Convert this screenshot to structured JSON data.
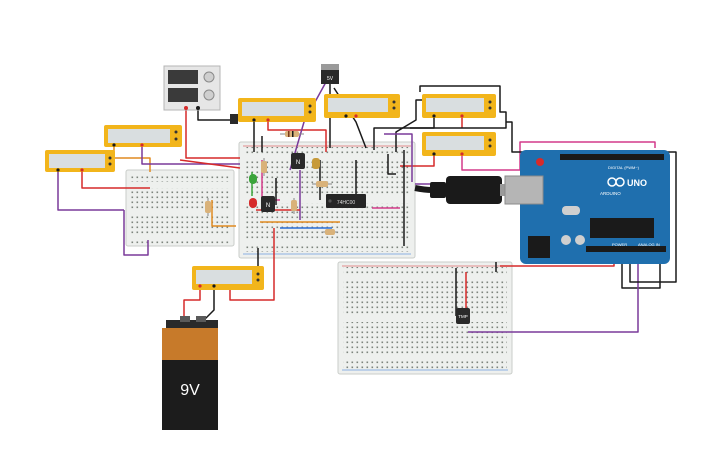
{
  "colors": {
    "breadboard": "#eef0ee",
    "breadboard_edge": "#c9cdc9",
    "multimeter_body": "#f2b51b",
    "multimeter_screen": "#d9dee0",
    "arduino_board": "#1f6fae",
    "battery_top": "#c77a2a",
    "battery_bottom": "#1c1c1c",
    "wire_red": "#d62a2a",
    "wire_black": "#1a1a1a",
    "wire_purple": "#7a3a9a",
    "wire_orange": "#e08a20",
    "wire_green": "#3aa43a",
    "wire_blue": "#2a6fd6",
    "wire_pink": "#d43a8a"
  },
  "components": {
    "battery": {
      "label": "9V"
    },
    "regulator": {
      "label": "5V"
    },
    "ic": {
      "label": "74HC00"
    },
    "transistor_a": {
      "label": "N"
    },
    "transistor_b": {
      "label": "N"
    },
    "sensor": {
      "label": "TMP"
    },
    "arduino": {
      "brand": "UNO",
      "sub": "ARDUINO",
      "digital": "DIGITAL (PWM~)",
      "power": "POWER",
      "analog": "ANALOG IN"
    }
  }
}
